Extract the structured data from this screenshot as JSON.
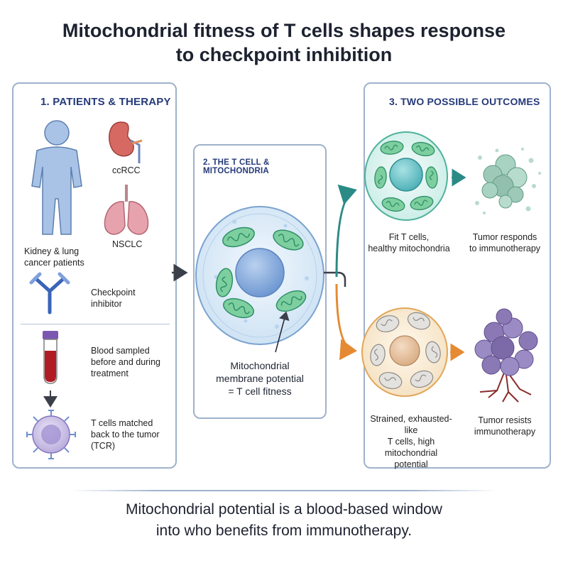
{
  "title": {
    "line1": "Mitochondrial fitness of T cells shapes response",
    "line2": "to checkpoint inhibition"
  },
  "panel1": {
    "heading": "1. PATIENTS & THERAPY",
    "kidney_label": "ccRCC",
    "lung_label": "NSCLC",
    "patients_label_1": "Kidney & lung",
    "patients_label_2": "cancer patients",
    "checkpoint_label_1": "Checkpoint",
    "checkpoint_label_2": "inhibitor",
    "blood_label_1": "Blood sampled",
    "blood_label_2": "before and during",
    "blood_label_3": "treatment",
    "tcell_label_1": "T cells matched",
    "tcell_label_2": "back to the tumor",
    "tcell_label_3": "(TCR)"
  },
  "panel2": {
    "heading": "2. THE T CELL & MITOCHONDRIA",
    "caption_1": "Mitochondrial",
    "caption_2": "membrane potential",
    "caption_3": "= T cell fitness"
  },
  "panel3": {
    "heading": "3. TWO POSSIBLE OUTCOMES",
    "fit_label_1": "Fit T cells,",
    "fit_label_2": "healthy mitochondria",
    "responds_label_1": "Tumor responds",
    "responds_label_2": "to immunotherapy",
    "strained_label_1": "Strained, exhausted-like",
    "strained_label_2": "T cells, high mitochondrial",
    "strained_label_3": "potential",
    "resists_label_1": "Tumor resists",
    "resists_label_2": "immunotherapy"
  },
  "footer": {
    "line1": "Mitochondrial potential is a blood-based window",
    "line2": "into who benefits from immunotherapy."
  },
  "colors": {
    "panel_border": "#9fb2cc",
    "heading": "#253a7a",
    "teal_arrow": "#2a8a86",
    "orange_arrow": "#e58a32",
    "mito_green": "#5cc08f",
    "cell_blue": "#dcecf8",
    "nucleus_blue": "#8fb2e0",
    "tumor_purple": "#8a79b4",
    "tumor_green": "#9ec9b8"
  }
}
